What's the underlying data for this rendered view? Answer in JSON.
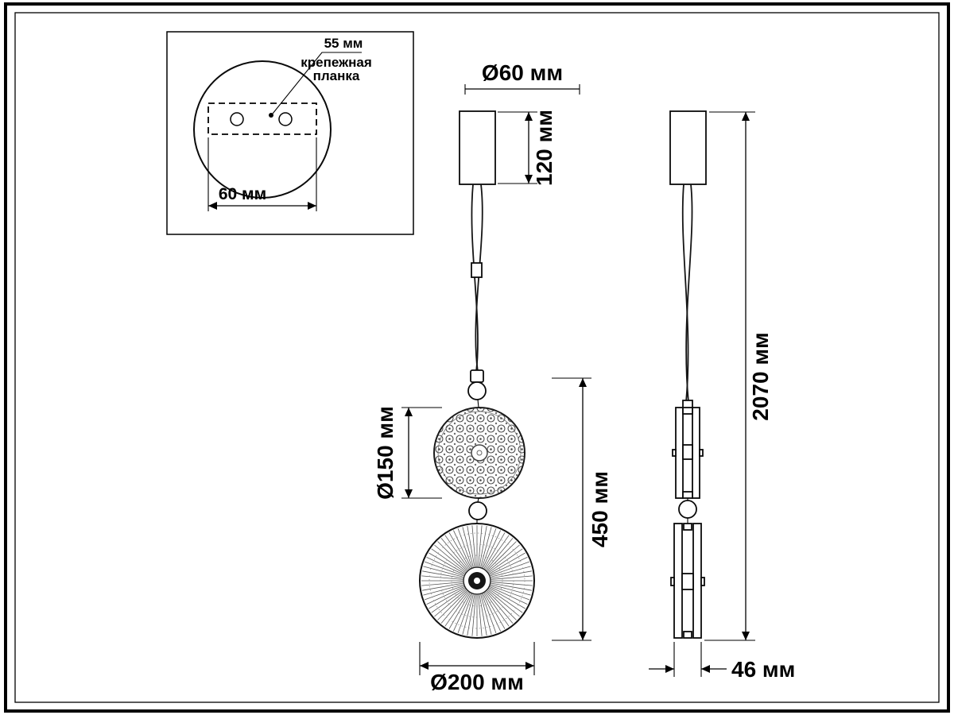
{
  "colors": {
    "line": "#000000",
    "background": "#ffffff",
    "texture": "#4a4a4a"
  },
  "inset": {
    "spacing_label": "55 мм",
    "bracket_label_line1": "крепежная",
    "bracket_label_line2": "планка",
    "plate_width_label": "60 мм"
  },
  "front_view": {
    "canopy_diameter_label": "Ø60 мм",
    "canopy_height_label": "120 мм",
    "upper_disc_diameter_label": "Ø150 мм",
    "fixture_height_label": "450 мм",
    "lower_disc_diameter_label": "Ø200 мм"
  },
  "side_view": {
    "overall_height_label": "2070 мм",
    "depth_label": "46 мм"
  }
}
